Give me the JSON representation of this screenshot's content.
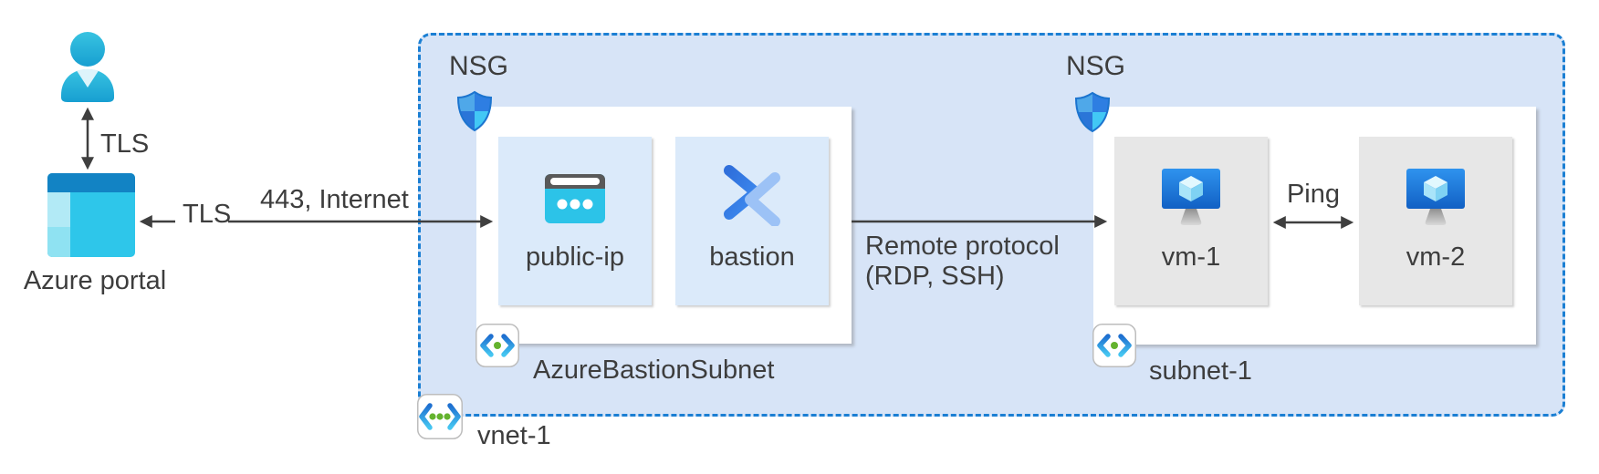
{
  "colors": {
    "vnet_fill": "#d7e4f7",
    "vnet_border": "#1b7fd3",
    "resource_card_blue": "#dbeafa",
    "resource_card_gray": "#e7e7e7",
    "subnet_box": "#ffffff",
    "arrow": "#3f3f3f",
    "text": "#3d3d3d",
    "shield_blue": "#2e7ee2",
    "shield_cyan": "#42c8f5",
    "green_dot": "#64b32e",
    "portal_cyan": "#2ec6ea",
    "person_cyan": "#1fb0d8"
  },
  "left": {
    "portal_label": "Azure portal",
    "tls_vertical": "TLS",
    "tls_horizontal": "TLS",
    "internet_label": "443, Internet"
  },
  "vnet": {
    "label": "vnet-1",
    "bastion_subnet": {
      "label": "AzureBastionSubnet",
      "nsg": "NSG",
      "resources": [
        {
          "label": "public-ip"
        },
        {
          "label": "bastion"
        }
      ]
    },
    "workload_subnet": {
      "label": "subnet-1",
      "nsg": "NSG",
      "resources": [
        {
          "label": "vm-1"
        },
        {
          "label": "vm-2"
        }
      ]
    }
  },
  "connections": {
    "remote_protocol_line1": "Remote protocol",
    "remote_protocol_line2": "(RDP, SSH)",
    "ping": "Ping"
  }
}
